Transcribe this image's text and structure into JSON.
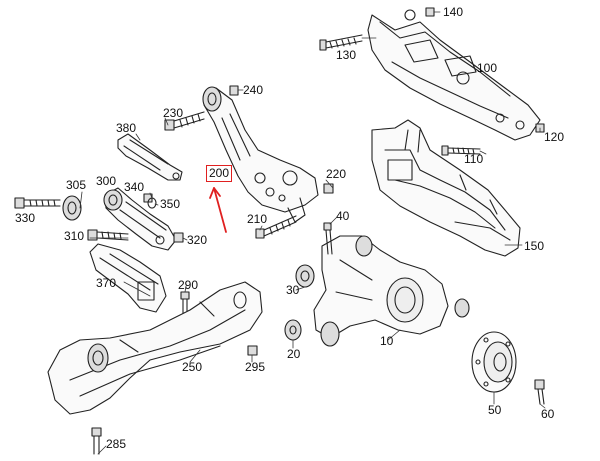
{
  "diagram": {
    "highlight_color": "#e02020",
    "highlighted_part": {
      "label": "200"
    },
    "parts": [
      {
        "key": "p140",
        "label": "140"
      },
      {
        "key": "p130",
        "label": "130"
      },
      {
        "key": "p100",
        "label": "100"
      },
      {
        "key": "p240",
        "label": "240"
      },
      {
        "key": "p230",
        "label": "230"
      },
      {
        "key": "p380",
        "label": "380"
      },
      {
        "key": "p120",
        "label": "120"
      },
      {
        "key": "p110",
        "label": "110"
      },
      {
        "key": "p220",
        "label": "220"
      },
      {
        "key": "p305",
        "label": "305"
      },
      {
        "key": "p300",
        "label": "300"
      },
      {
        "key": "p340",
        "label": "340"
      },
      {
        "key": "p350",
        "label": "350"
      },
      {
        "key": "p330",
        "label": "330"
      },
      {
        "key": "p40",
        "label": "40"
      },
      {
        "key": "p210",
        "label": "210"
      },
      {
        "key": "p310",
        "label": "310"
      },
      {
        "key": "p320",
        "label": "320"
      },
      {
        "key": "p150",
        "label": "150"
      },
      {
        "key": "p370",
        "label": "370"
      },
      {
        "key": "p290",
        "label": "290"
      },
      {
        "key": "p10",
        "label": "10"
      },
      {
        "key": "p20",
        "label": "20"
      },
      {
        "key": "p30",
        "label": "30"
      },
      {
        "key": "p250",
        "label": "250"
      },
      {
        "key": "p295",
        "label": "295"
      },
      {
        "key": "p50",
        "label": "50"
      },
      {
        "key": "p60",
        "label": "60"
      },
      {
        "key": "p285",
        "label": "285"
      }
    ]
  }
}
